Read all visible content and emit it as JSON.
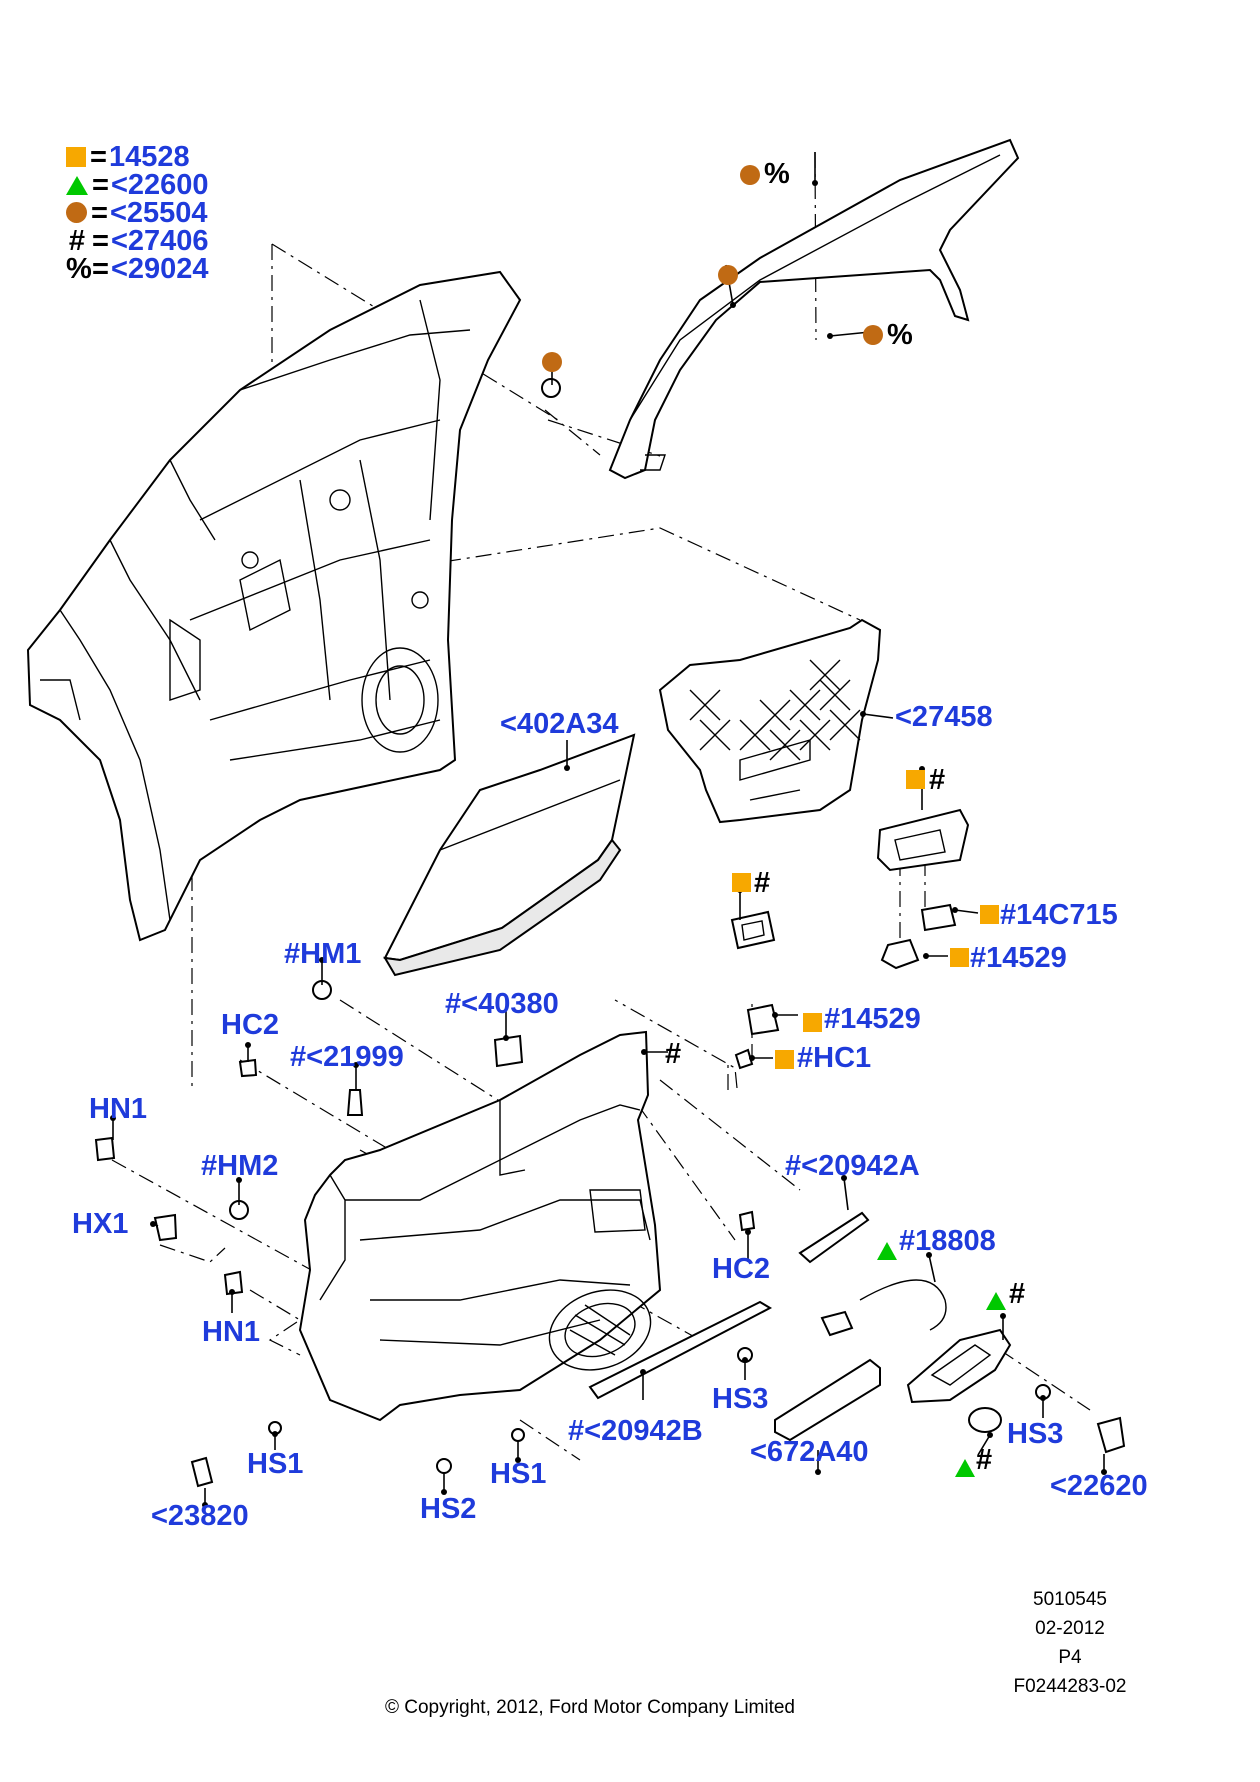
{
  "legend": [
    {
      "symbol": "square",
      "symbol_icon": "orange-square-icon",
      "eq": "=",
      "code": "14528"
    },
    {
      "symbol": "triangle",
      "symbol_icon": "green-triangle-icon",
      "eq": "=",
      "code": "<22600"
    },
    {
      "symbol": "circle",
      "symbol_icon": "brown-circle-icon",
      "eq": "=",
      "code": "<25504"
    },
    {
      "symbol": "#",
      "symbol_icon": "hash-glyph",
      "eq": "=",
      "code": "<27406"
    },
    {
      "symbol": "%",
      "symbol_icon": "percent-glyph",
      "eq": "=",
      "code": "<29024"
    }
  ],
  "colors": {
    "label_blue": "#1f3bdb",
    "square_orange": "#f7a800",
    "circle_brown": "#c06a14",
    "triangle_green": "#00c800"
  },
  "callouts": {
    "pct_top": "%",
    "pct_mid": "%",
    "c402a34": "<402A34",
    "c27458": "<27458",
    "hash_switch": "#",
    "c14c715": "#14C715",
    "c14529_right": "#14529",
    "hash_mid_switch": "#",
    "c14529_mid": "#14529",
    "hc1": "#HC1",
    "hm1": "#HM1",
    "c40380": "#<40380",
    "hash_panel": "#",
    "hc2_top": "HC2",
    "c21999": "#<21999",
    "hn1_top": "HN1",
    "hm2": "#HM2",
    "c20942a": "#<20942A",
    "hx1": "HX1",
    "c18808": "#18808",
    "hc2_bottom": "HC2",
    "hash_handle_top": "#",
    "hn1_bottom": "HN1",
    "hs3_left": "HS3",
    "hs3_right": "HS3",
    "c20942b": "#<20942B",
    "hs1_left": "HS1",
    "c672a40": "<672A40",
    "hash_handle_bottom": "#",
    "c22620": "<22620",
    "hs1_right": "HS1",
    "c23820": "<23820",
    "hs2": "HS2"
  },
  "footer": {
    "ref_number": "5010545",
    "date": "02-2012",
    "page": "P4",
    "figure_id": "F0244283-02",
    "copyright": "© Copyright, 2012, Ford Motor Company Limited"
  }
}
